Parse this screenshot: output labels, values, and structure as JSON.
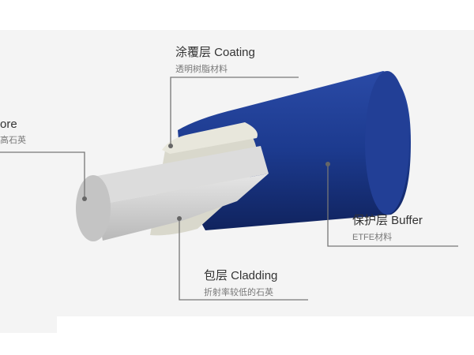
{
  "labels": {
    "coating": {
      "title": "涂覆层 Coating",
      "subtitle": "透明树脂材料"
    },
    "core": {
      "title": "ore",
      "subtitle": "高石英"
    },
    "buffer": {
      "title": "保护层 Buffer",
      "subtitle": "ETFE材料"
    },
    "cladding": {
      "title": "包层 Cladding",
      "subtitle": "折射率较低的石英"
    }
  },
  "colors": {
    "buffer": "#1c3a8e",
    "cladding": "#d9d8cc",
    "core": "#c8c8c8",
    "leader": "#777777",
    "background": "#f4f4f4"
  }
}
